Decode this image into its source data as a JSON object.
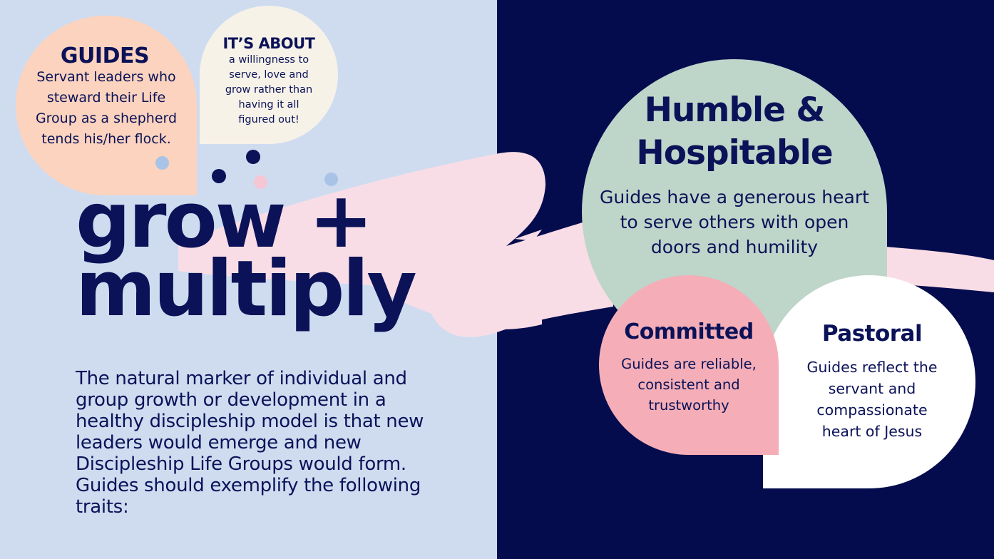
{
  "guides_bubble": {
    "title": "GUIDES",
    "text": "Servant leaders who steward their Life Group as a shepherd tends his/her flock."
  },
  "about_bubble": {
    "title": "IT’S ABOUT",
    "text": "a willingness to serve, love and grow rather than having it all figured out!"
  },
  "headline": {
    "line1": "grow +",
    "line2": "multiply"
  },
  "description": "The natural marker of individual and group growth or development in a healthy discipleship model is that new leaders would emerge and new Discipleship Life Groups would form. Guides should exemplify the following traits:",
  "traits": {
    "humble": {
      "title_line1": "Humble &",
      "title_line2": "Hospitable",
      "text": "Guides have a generous heart to serve others with open doors and humility"
    },
    "committed": {
      "title": "Committed",
      "text": "Guides are reliable, consistent and trustworthy"
    },
    "pastoral": {
      "title": "Pastoral",
      "text": "Guides reflect the servant and compassionate heart of Jesus"
    }
  },
  "colors": {
    "navy": "#0b1258",
    "left_background": "#cfdcf0",
    "right_background": "#040c4d",
    "peach": "#fbd3be",
    "cream": "#f6f2e8",
    "sage": "#bed5c9",
    "pink": "#f5aeb7",
    "brush_pink": "#f9dde6"
  }
}
